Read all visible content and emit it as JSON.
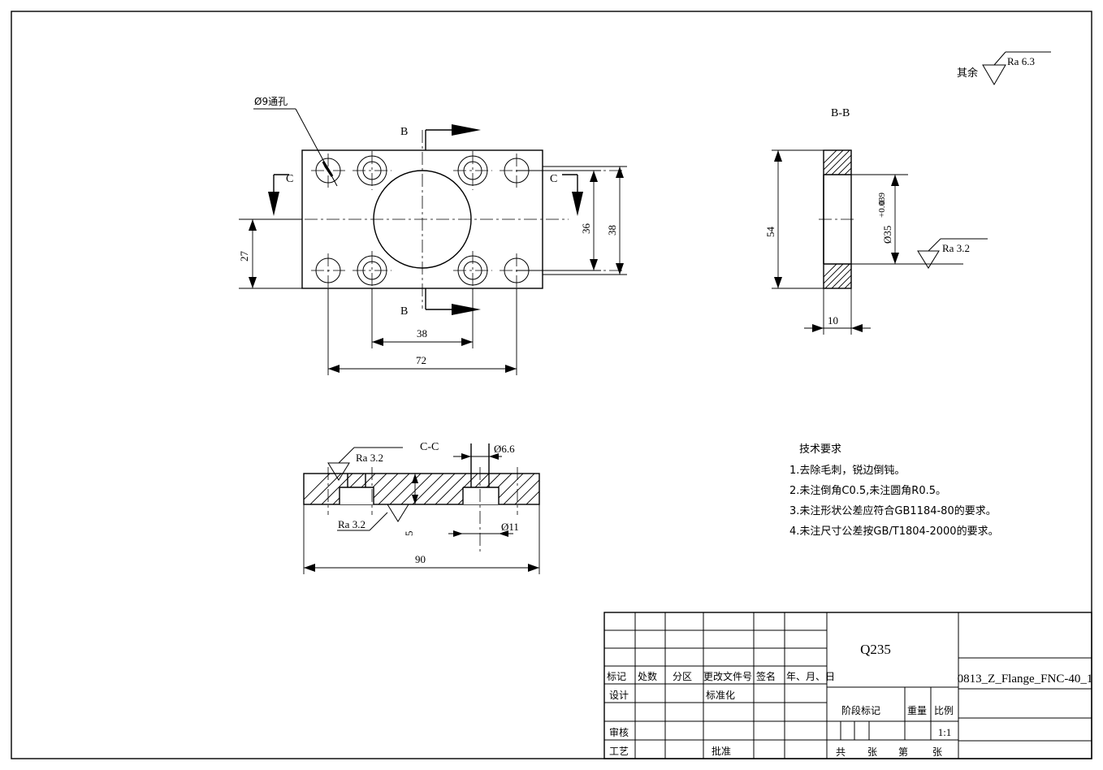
{
  "drawing": {
    "type": "mechanical-engineering-drawing",
    "part_name": "0813_Z_Flange_FNC-40_1",
    "material": "Q235",
    "scale": "1:1"
  },
  "general_surface_note": {
    "label": "其余",
    "value": "Ra 6.3"
  },
  "views": {
    "front": {
      "leader_note": "Ø9通孔",
      "section_marks": {
        "b_top": "B",
        "b_bottom": "B",
        "c_left": "C",
        "c_right": "C"
      },
      "dimensions": {
        "height_27": "27",
        "vert_36": "36",
        "vert_38": "38",
        "horiz_38": "38",
        "horiz_72": "72"
      }
    },
    "section_bb": {
      "title": "B-B",
      "dimensions": {
        "height_54": "54",
        "bore": "Ø35",
        "bore_tol_upper": "+0.039",
        "bore_tol_lower": "0",
        "thickness_10": "10"
      },
      "surface_finish": "Ra 3.2"
    },
    "section_cc": {
      "title": "C-C",
      "dimensions": {
        "dia_6_6": "Ø6.6",
        "dia_11": "Ø11",
        "depth_5": "5",
        "length_90": "90"
      },
      "surface_finish_top": "Ra 3.2",
      "surface_finish_bottom": "Ra 3.2"
    }
  },
  "technical_requirements": {
    "title": "技术要求",
    "items": [
      "1.去除毛刺，锐边倒钝。",
      "2.未注倒角C0.5,未注圆角R0.5。",
      "3.未注形状公差应符合GB1184-80的要求。",
      "4.未注尺寸公差按GB/T1804-2000的要求。"
    ]
  },
  "title_block": {
    "revision_headers": [
      "标记",
      "处数",
      "分区",
      "更改文件号",
      "签名",
      "年、月、日"
    ],
    "roles": {
      "design": "设计",
      "standardize": "标准化",
      "review": "审核",
      "process": "工艺",
      "approve": "批准"
    },
    "stage_mark": "阶段标记",
    "weight": "重量",
    "scale_label": "比例",
    "scale_value": "1:1",
    "sheet_total_prefix": "共",
    "sheet_total_unit": "张",
    "sheet_index_prefix": "第",
    "sheet_index_unit": "张",
    "material": "Q235",
    "part_code": "0813_Z_Flange_FNC-40_1"
  }
}
